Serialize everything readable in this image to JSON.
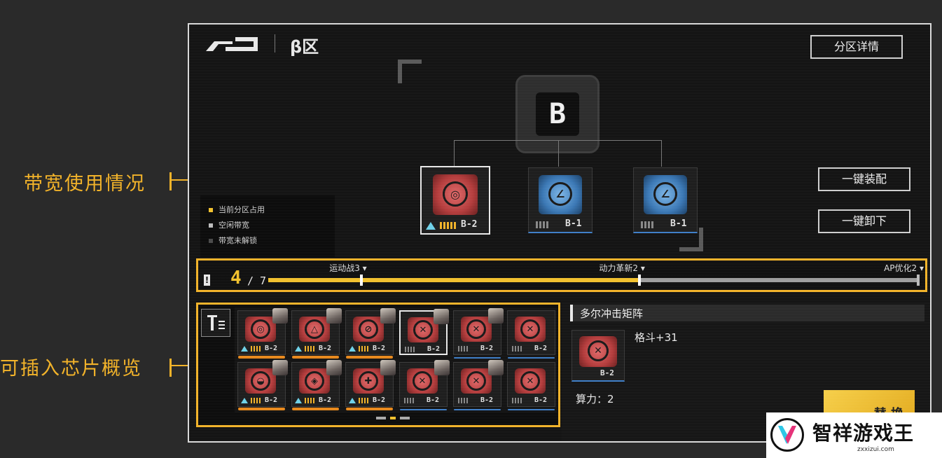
{
  "callouts": {
    "bandwidth_usage": "带宽使用情况",
    "chip_overview": "可插入芯片概览"
  },
  "header": {
    "zone_title": "β区",
    "zone_detail_button": "分区详情"
  },
  "root_node": {
    "letter": "B"
  },
  "slots": [
    {
      "tag": "B-2",
      "style": "red",
      "selected": true
    },
    {
      "tag": "B-1",
      "style": "blue",
      "selected": false
    },
    {
      "tag": "B-1",
      "style": "blue",
      "selected": false
    }
  ],
  "actions": {
    "equip_all": "一键装配",
    "unequip_all": "一键卸下"
  },
  "legend": [
    {
      "label": "当前分区占用",
      "color": "#f2c12e"
    },
    {
      "label": "空闲带宽",
      "color": "#bdbdbd"
    },
    {
      "label": "带宽未解锁",
      "color": "#4a4a4a"
    }
  ],
  "bandwidth": {
    "used": "4",
    "total": "/ 7",
    "used_fraction": 0.571,
    "markers": [
      {
        "label": "运动战3",
        "fraction": 0.143
      },
      {
        "label": "动力革新2",
        "fraction": 0.571
      },
      {
        "label": "AP优化2",
        "fraction": 1.0
      }
    ]
  },
  "chip_grid": {
    "rows": [
      [
        {
          "tag": "B-2",
          "style": "red",
          "glyph": "◎",
          "tri": true,
          "avatar": true,
          "bar": "orange"
        },
        {
          "tag": "B-2",
          "style": "red",
          "glyph": "△",
          "tri": true,
          "avatar": true,
          "bar": "orange"
        },
        {
          "tag": "B-2",
          "style": "red",
          "glyph": "⊘",
          "tri": true,
          "avatar": true,
          "bar": "orange"
        },
        {
          "tag": "B-2",
          "style": "red",
          "glyph": "✕",
          "tri": false,
          "avatar": true,
          "bar": "none",
          "selected": true
        },
        {
          "tag": "B-2",
          "style": "red",
          "glyph": "✕",
          "tri": false,
          "avatar": true,
          "bar": "blue"
        },
        {
          "tag": "B-2",
          "style": "red",
          "glyph": "✕",
          "tri": false,
          "avatar": false,
          "bar": "blue"
        }
      ],
      [
        {
          "tag": "B-2",
          "style": "red",
          "glyph": "◒",
          "tri": true,
          "avatar": true,
          "bar": "orange"
        },
        {
          "tag": "B-2",
          "style": "red",
          "glyph": "◈",
          "tri": true,
          "avatar": true,
          "bar": "orange"
        },
        {
          "tag": "B-2",
          "style": "red",
          "glyph": "✚",
          "tri": true,
          "avatar": true,
          "bar": "orange"
        },
        {
          "tag": "B-2",
          "style": "red",
          "glyph": "✕",
          "tri": false,
          "avatar": true,
          "bar": "blue"
        },
        {
          "tag": "B-2",
          "style": "red",
          "glyph": "✕",
          "tri": false,
          "avatar": true,
          "bar": "blue"
        },
        {
          "tag": "B-2",
          "style": "red",
          "glyph": "✕",
          "tri": false,
          "avatar": false,
          "bar": "blue"
        }
      ]
    ],
    "page_dots": 3,
    "active_page": 1
  },
  "detail": {
    "chip_name": "多尔冲击矩阵",
    "stat": "格斗+31",
    "chip_tag": "B-2",
    "compute_label": "算力：2",
    "replace_button": "替 换"
  },
  "watermark": {
    "name": "智祥游戏王",
    "domain": "zxxizui.com"
  }
}
